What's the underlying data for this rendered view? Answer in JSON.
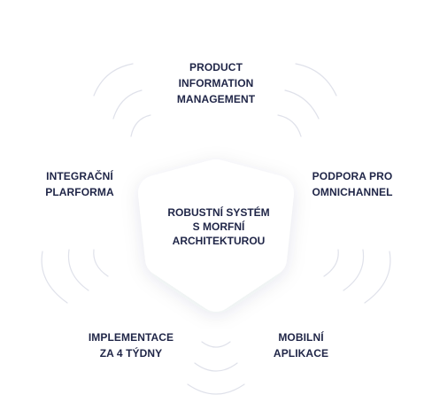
{
  "center": {
    "text": "ROBUSTNÍ SYSTÉM\nS MORFNÍ\nARCHITEKTUROU"
  },
  "nodes": {
    "top": "PRODUCT\nINFORMATION\nMANAGEMENT",
    "left": "INTEGRAČNÍ\nPLARFORMA",
    "right": "PODPORA PRO\nOMNICHANNEL",
    "bottom_left": "IMPLEMENTACE\nZA 4 TÝDNY",
    "bottom_right": "MOBILNÍ\nAPLIKACE"
  },
  "colors": {
    "text": "#1f2547",
    "arc": "#dfe1ea",
    "pentagon_fill": "#ffffff"
  }
}
